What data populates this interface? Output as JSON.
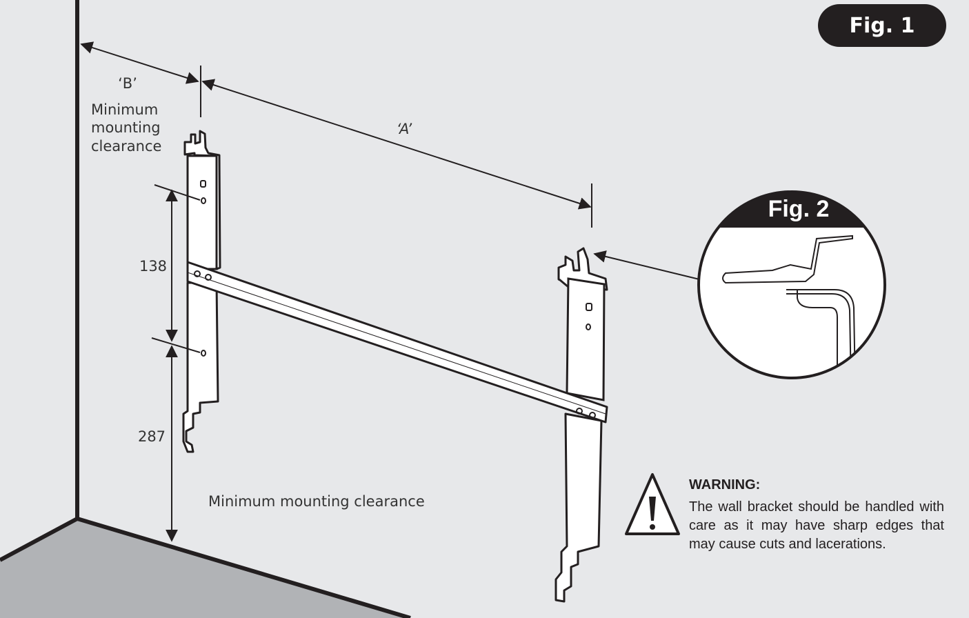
{
  "figure": {
    "fig1_label": "Fig. 1",
    "fig2_label": "Fig. 2"
  },
  "dimensions": {
    "b_label": "‘B’",
    "b_caption": "Minimum\nmounting\nclearance",
    "a_label": "‘A’",
    "upper_value": "138",
    "lower_value": "287",
    "floor_caption": "Minimum mounting clearance"
  },
  "warning": {
    "title": "WARNING:",
    "body": "The wall bracket should be handled with care as it may  have sharp edges that may cause cuts and lacerations."
  },
  "icons": [
    "warning-triangle-icon"
  ],
  "colors": {
    "background": "#e7e8ea",
    "floor": "#b1b3b6",
    "line": "#231f20",
    "bracket_fill": "#ffffff"
  }
}
